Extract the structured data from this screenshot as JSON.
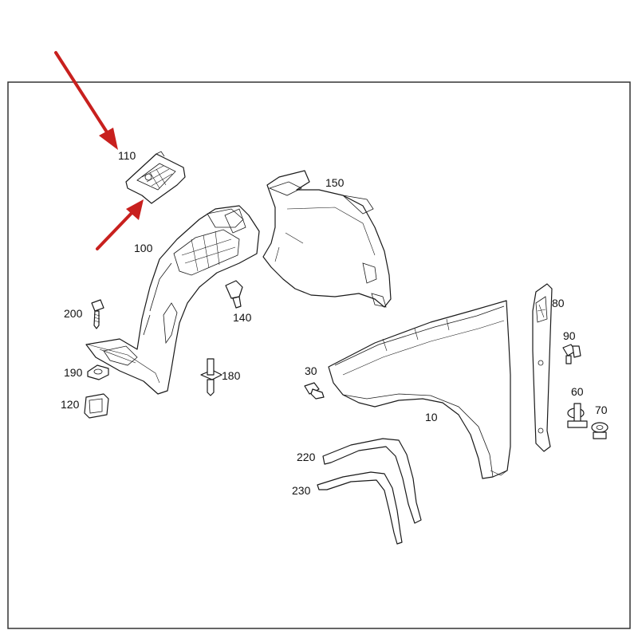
{
  "labels": {
    "p110": "110",
    "p100": "100",
    "p150": "150",
    "p200": "200",
    "p140": "140",
    "p190": "190",
    "p180": "180",
    "p120": "120",
    "p30": "30",
    "p80": "80",
    "p90": "90",
    "p60": "60",
    "p70": "70",
    "p10": "10",
    "p220": "220",
    "p230": "230"
  },
  "colors": {
    "arrow": "#c8201e",
    "line": "#1a1a1a",
    "frame": "#333333"
  }
}
